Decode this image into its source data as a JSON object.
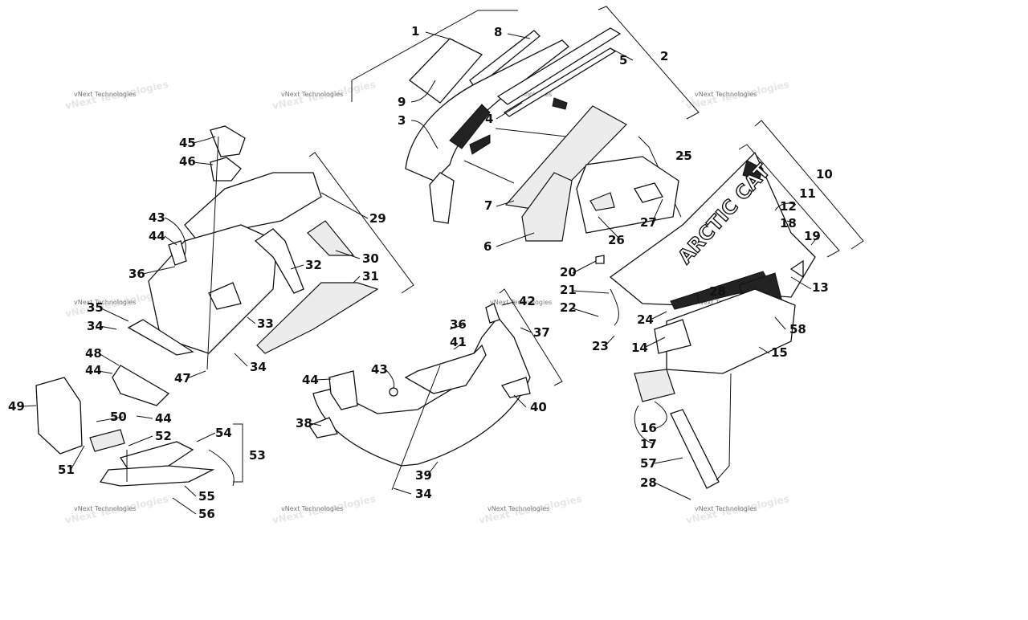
{
  "watermark": "vNext Technologies",
  "logo_text": "ARCTIC CAT",
  "callouts": [
    "1",
    "2",
    "3",
    "4",
    "5",
    "6",
    "7",
    "8",
    "9",
    "10",
    "11",
    "12",
    "13",
    "14",
    "15",
    "16",
    "17",
    "18",
    "19",
    "20",
    "21",
    "22",
    "23",
    "24",
    "25",
    "26",
    "27",
    "28",
    "29",
    "30",
    "31",
    "32",
    "33",
    "34",
    "35",
    "36",
    "37",
    "38",
    "39",
    "40",
    "41",
    "42",
    "43",
    "44",
    "45",
    "46",
    "47",
    "48",
    "49",
    "50",
    "51",
    "52",
    "53",
    "54",
    "55",
    "56",
    "57",
    "58"
  ]
}
